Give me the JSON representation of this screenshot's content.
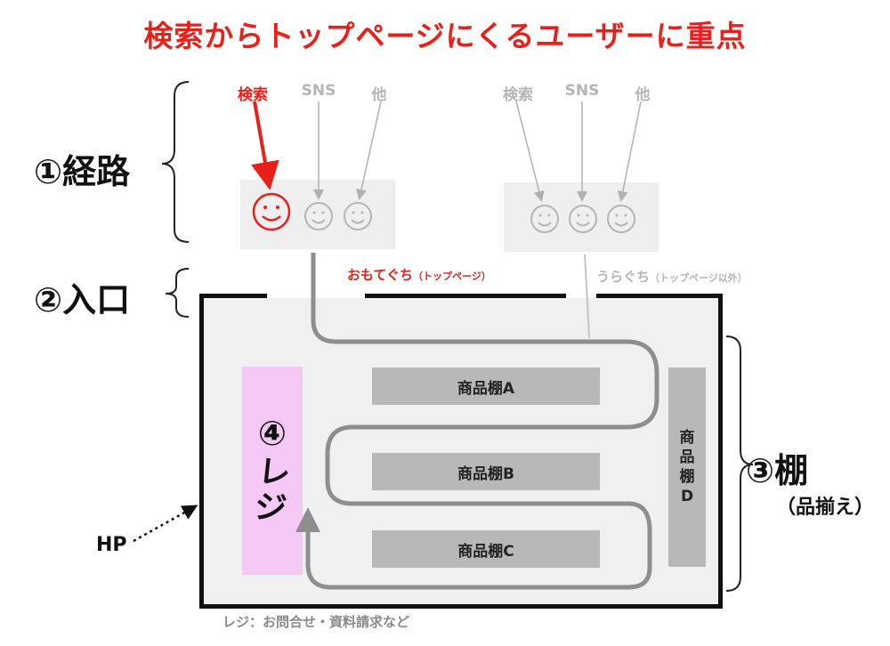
{
  "title": "検索からトップページにくるユーザーに重点",
  "sections": {
    "route": "①経路",
    "entrance": "②入口",
    "shelves": "③棚",
    "shelves_sub": "（品揃え）",
    "register_num": "④",
    "register": "レジ"
  },
  "sources_left": [
    "検索",
    "SNS",
    "他"
  ],
  "sources_right": [
    "検索",
    "SNS",
    "他"
  ],
  "gates": {
    "front": "おもてぐち",
    "front_note": "（トップページ）",
    "back": "うらぐち",
    "back_note": "（トップページ以外）"
  },
  "shelf_labels": {
    "a": "商品棚A",
    "b": "商品棚B",
    "c": "商品棚C",
    "d": [
      "商",
      "品",
      "棚",
      "D"
    ]
  },
  "hp_label": "HP",
  "footnote": "レジ：お問合せ・資料請求など",
  "colors": {
    "accent_red": "#e8201a",
    "muted_gray": "#b5b5b5",
    "path_gray": "#8e8e8e",
    "register_pink": "#f6c8f6"
  },
  "icons": {
    "user_face": "smiley-face-icon"
  }
}
